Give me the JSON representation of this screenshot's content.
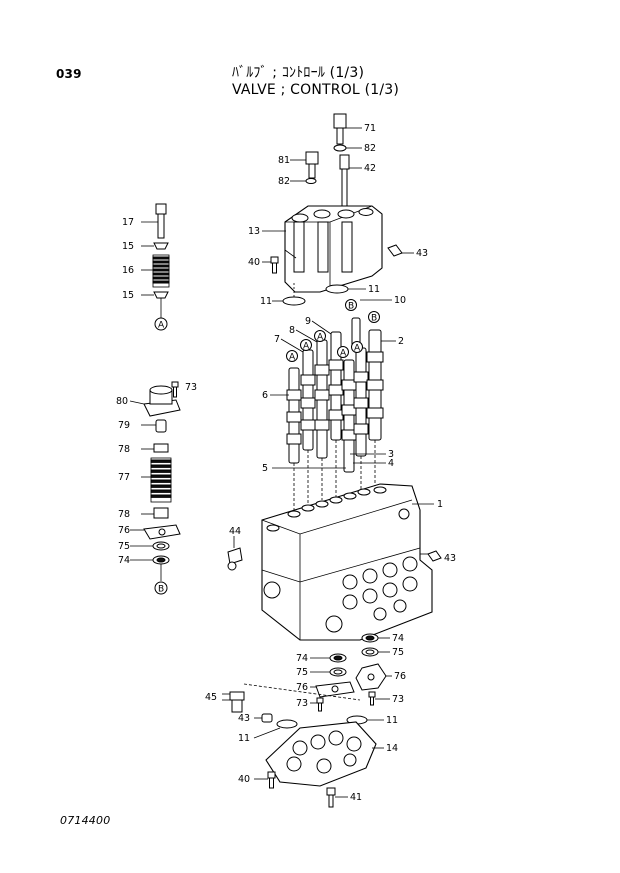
{
  "header": {
    "page_number": "039",
    "title_jp": "ﾊﾞﾙﾌﾞ ; ｺﾝﾄﾛｰﾙ (1/3)",
    "title_en": "VALVE ; CONTROL (1/3)"
  },
  "footer": {
    "drawing_code": "0714400"
  },
  "callouts": {
    "p71": "71",
    "p82a": "82",
    "p81": "81",
    "p42": "42",
    "p82b": "82",
    "p13": "13",
    "p43a": "43",
    "p40a": "40",
    "p11a": "11",
    "p11b": "11",
    "p10": "10",
    "p9": "9",
    "p8": "8",
    "p7": "7",
    "p2": "2",
    "p6": "6",
    "p3": "3",
    "p4": "4",
    "p5": "5",
    "p1": "1",
    "p17": "17",
    "p15a": "15",
    "p16": "16",
    "p15b": "15",
    "p80": "80",
    "p73a": "73",
    "p79": "79",
    "p78a": "78",
    "p77": "77",
    "p78b": "78",
    "p76a": "76",
    "p75a": "75",
    "p74a": "74",
    "p44": "44",
    "p43b": "43",
    "p74b": "74",
    "p75b": "75",
    "p74c": "74",
    "p75c": "75",
    "p76b": "76",
    "p76c": "76",
    "p73b": "73",
    "p73c": "73",
    "p45": "45",
    "p43c": "43",
    "p11c": "11",
    "p11d": "11",
    "p14": "14",
    "p40b": "40",
    "p41": "41"
  },
  "ref_marks": {
    "a_left": "A",
    "b_left": "B",
    "a1": "A",
    "a2": "A",
    "a3": "A",
    "a4": "A",
    "a5": "A",
    "b1": "B",
    "b2": "B"
  }
}
